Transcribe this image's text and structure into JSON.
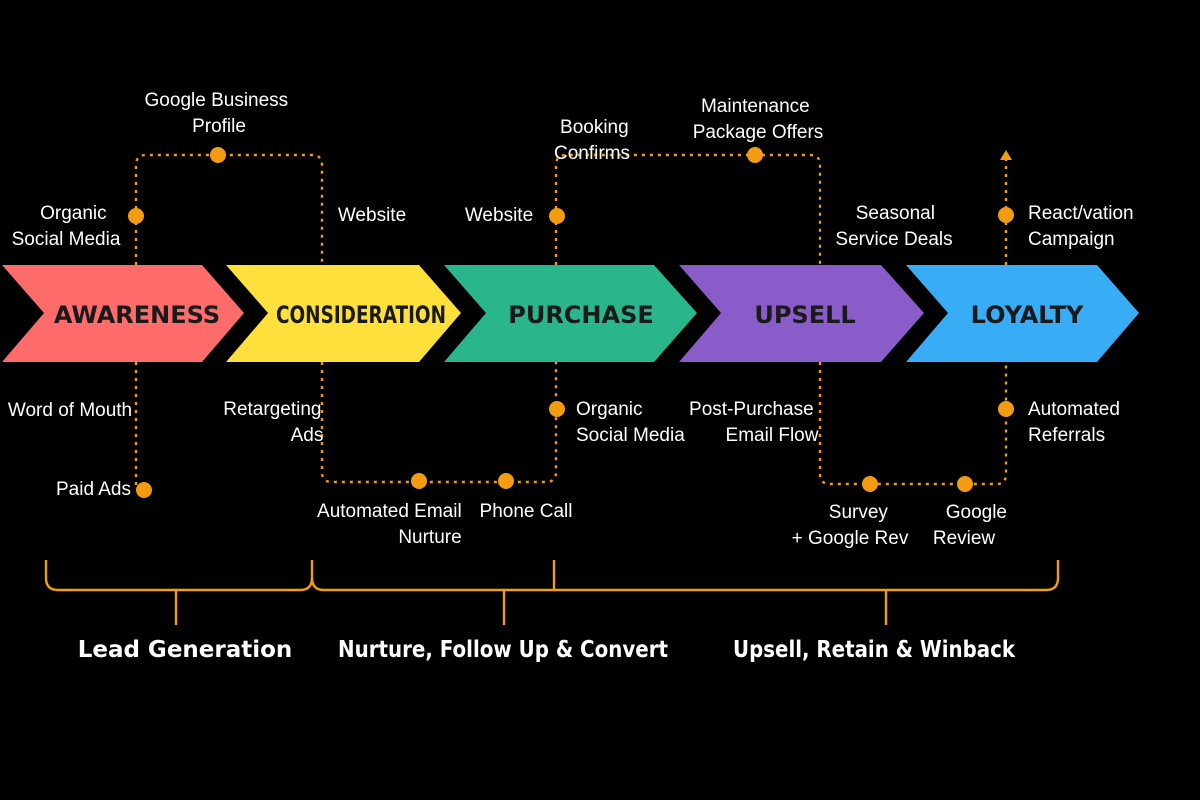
{
  "colors": {
    "background": "#000000",
    "connector": "#f39c12",
    "dot": "#f39c12",
    "brace": "#f39c12",
    "touch_text": "#ffffff",
    "phase_text": "#ffffff"
  },
  "stages": [
    {
      "id": "awareness",
      "label": "AWARENESS",
      "color": "#fd6b6b",
      "text_color": "#1a1a1a"
    },
    {
      "id": "consideration",
      "label": "CONSIDERATION",
      "color": "#fde03b",
      "text_color": "#1a1a1a"
    },
    {
      "id": "purchase",
      "label": "PURCHASE",
      "color": "#2ab68d",
      "text_color": "#1a1a1a"
    },
    {
      "id": "upsell",
      "label": "UPSELL",
      "color": "#8a5cc9",
      "text_color": "#1a1a1a"
    },
    {
      "id": "loyalty",
      "label": "LOYALTY",
      "color": "#38adf6",
      "text_color": "#1a1a1a"
    }
  ],
  "touchpoints": {
    "google_business_profile": [
      "Google Business",
      "Profile"
    ],
    "organic_social_top": [
      "Organic",
      "Social Media"
    ],
    "website_consideration": [
      "Website"
    ],
    "website_purchase": [
      "Website"
    ],
    "booking_confirms": [
      "Booking",
      "Confirms"
    ],
    "maintenance_offers": [
      "Maintenance",
      "Package Offers"
    ],
    "seasonal_deals": [
      "Seasonal",
      "Service Deals"
    ],
    "reactivation_campaign": [
      "React/vation",
      "Campaign"
    ],
    "word_of_mouth": [
      "Word of Mouth"
    ],
    "paid_ads": [
      "Paid Ads"
    ],
    "retargeting_ads": [
      "Retargeting",
      "Ads"
    ],
    "organic_social_bottom": [
      "Organic",
      "Social Media"
    ],
    "automated_email_nurture": [
      "Automated Email",
      "Nurture"
    ],
    "phone_call": [
      "Phone Call"
    ],
    "post_purchase_email": [
      "Post-Purchase",
      "Email Flow"
    ],
    "survey_google_rev": [
      "Survey",
      "+ Google Rev"
    ],
    "google_review": [
      "Google",
      "Review"
    ],
    "automated_referrals": [
      "Automated",
      "Referrals"
    ]
  },
  "phases": [
    {
      "id": "lead-generation",
      "label": "Lead Generation"
    },
    {
      "id": "nurture-convert",
      "label": "Nurture, Follow Up & Convert"
    },
    {
      "id": "upsell-retain",
      "label": "Upsell, Retain & Winback"
    }
  ]
}
